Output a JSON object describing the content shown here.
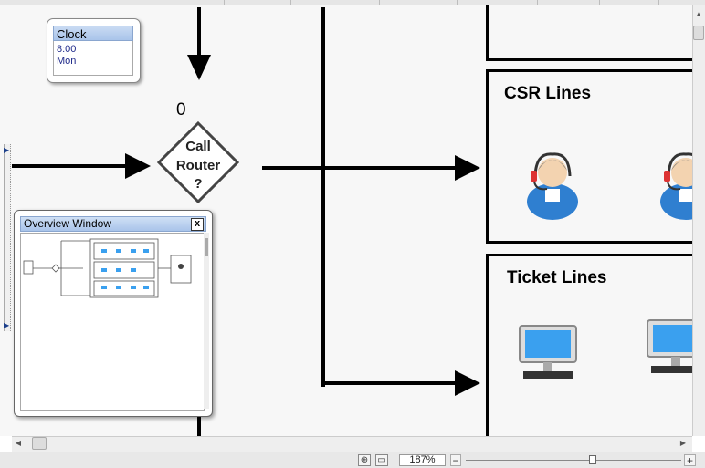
{
  "clock": {
    "title": "Clock",
    "time": "8:00",
    "day": "Mon"
  },
  "router": {
    "count": "0",
    "line1": "Call",
    "line2": "Router",
    "line3": "?"
  },
  "panels": {
    "csr": {
      "title": "CSR Lines",
      "icon": "agent-headset-icon"
    },
    "ticket": {
      "title": "Ticket Lines",
      "icon": "computer-monitor-icon"
    }
  },
  "overview": {
    "title": "Overview Window",
    "close_label": "x"
  },
  "status": {
    "zoom": "187%",
    "zoom_minus": "−",
    "zoom_plus": "+"
  },
  "colors": {
    "accent_title": "#a9c4ea",
    "canvas_bg": "#f7f7f7",
    "agent_shirt": "#2f7fd0",
    "monitor_screen": "#3aa0ef"
  }
}
